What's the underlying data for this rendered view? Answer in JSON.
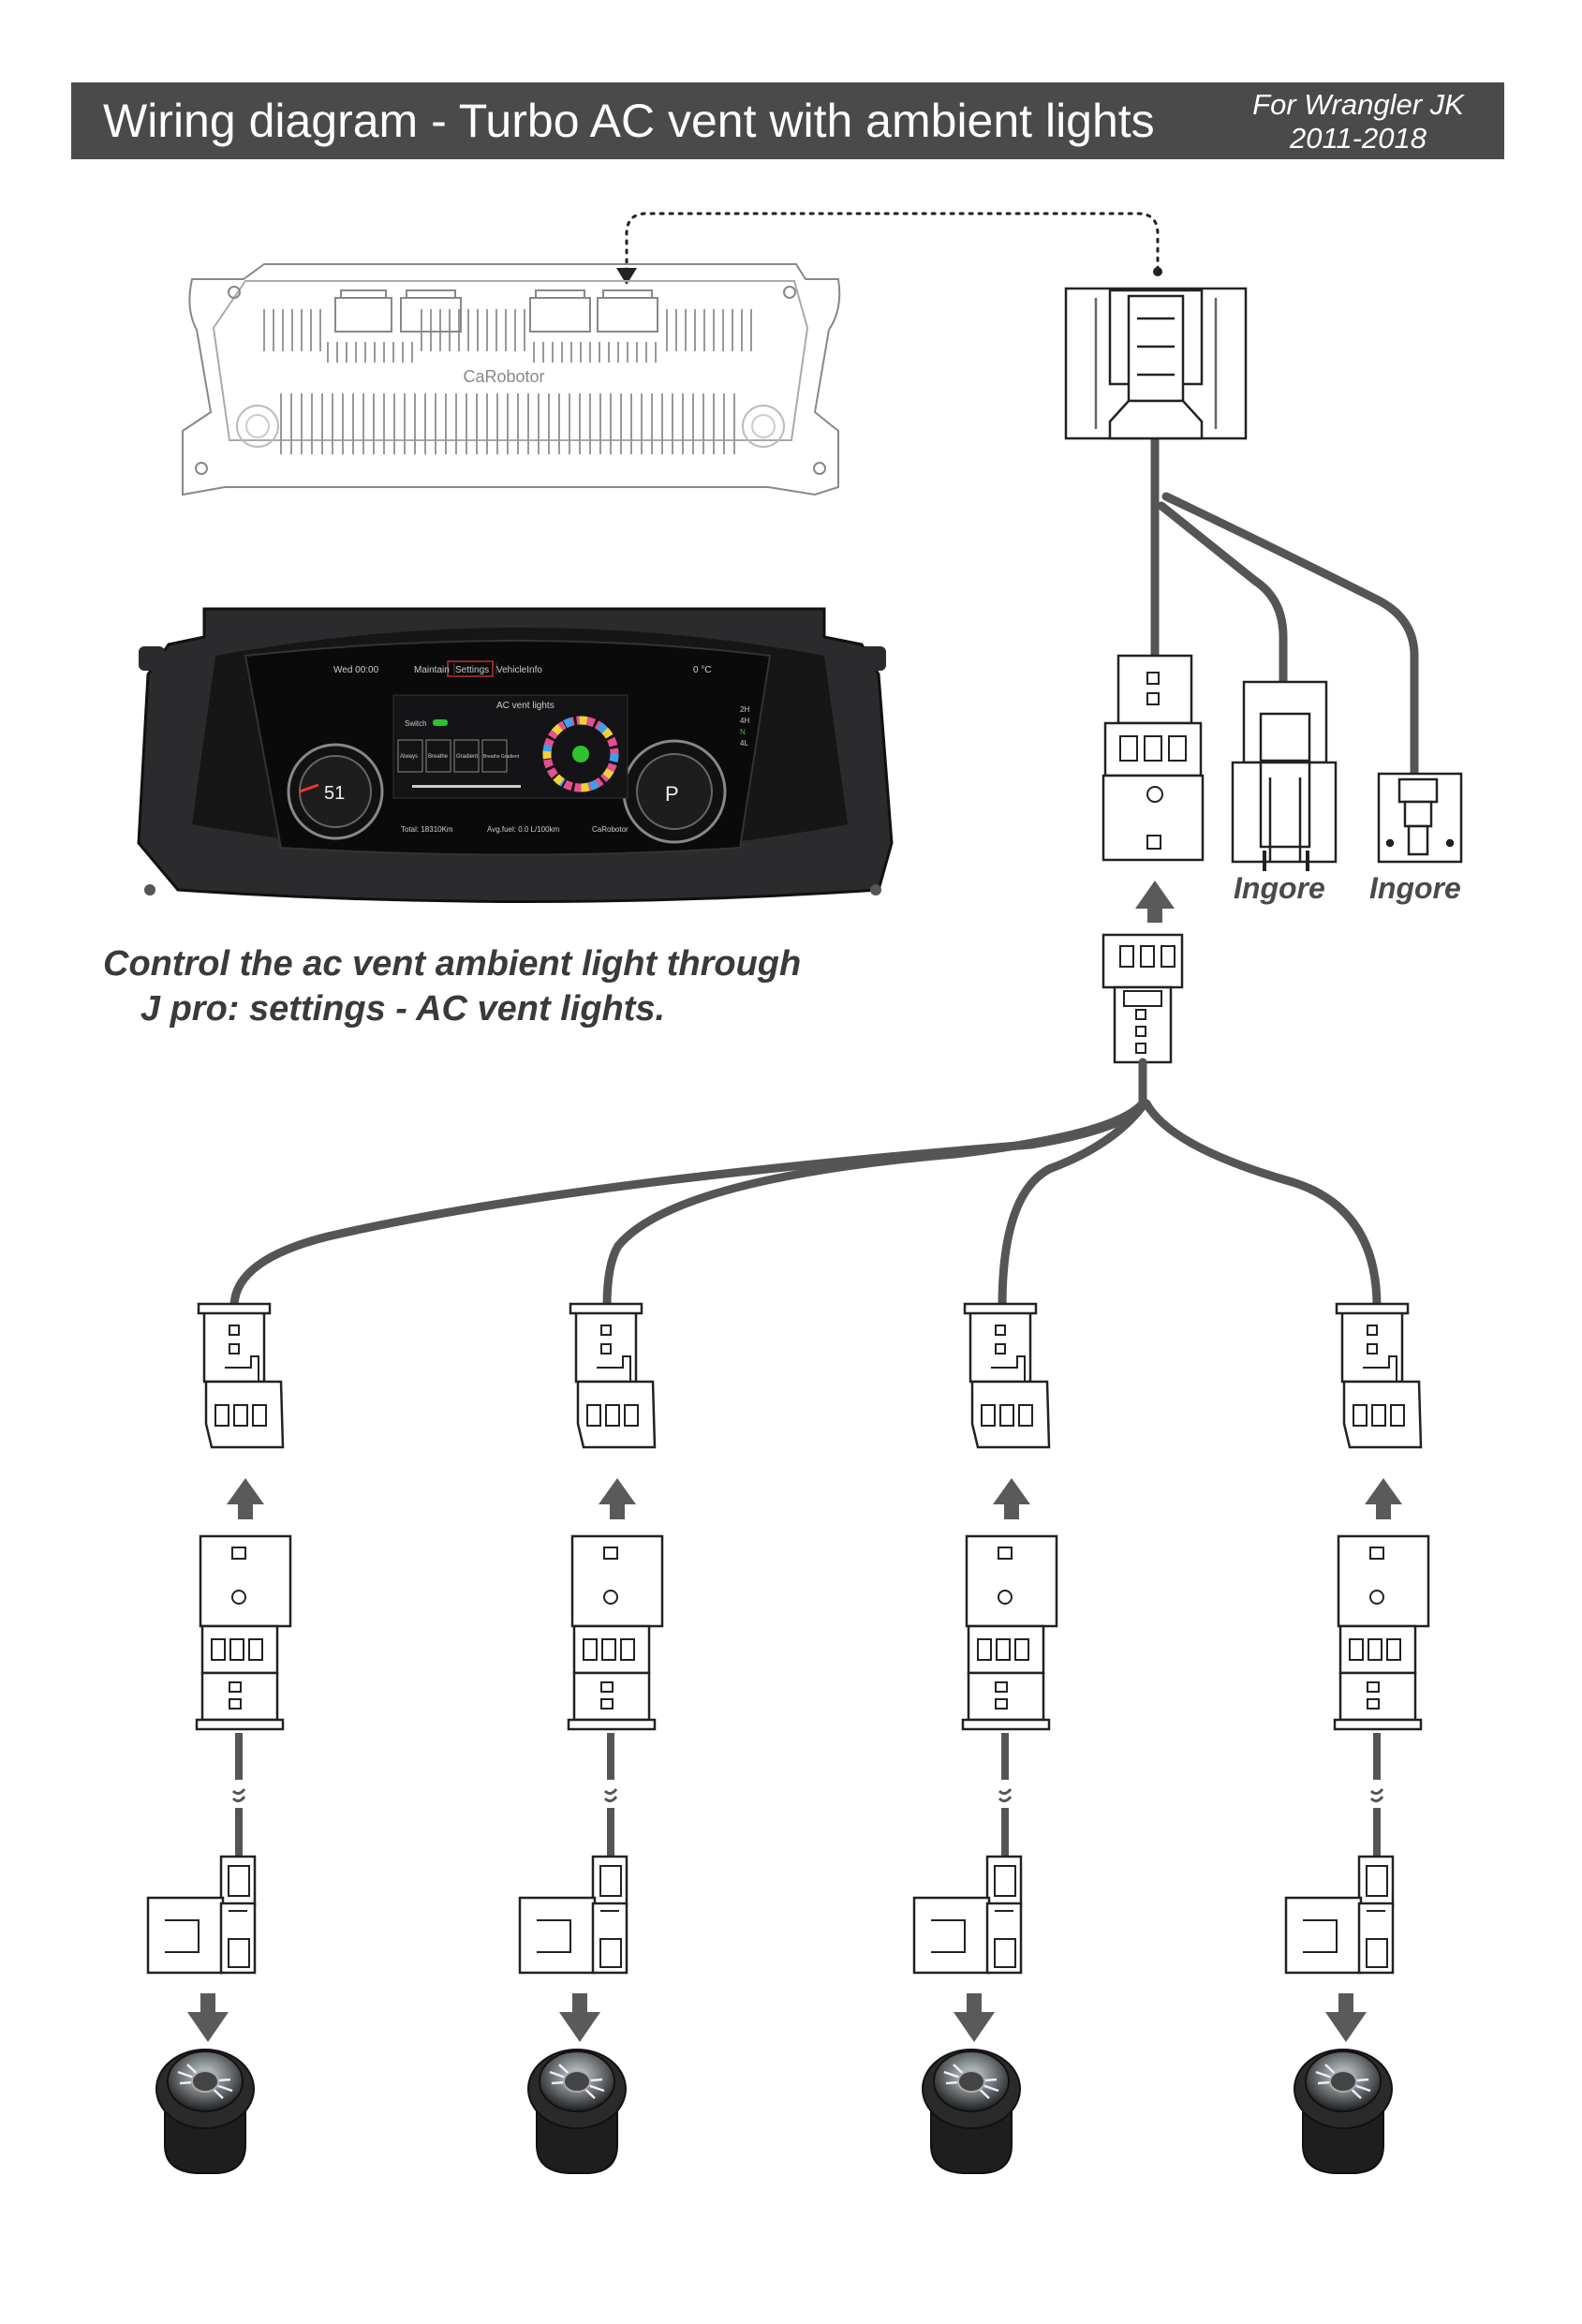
{
  "header": {
    "title": "Wiring diagram - Turbo AC vent with ambient lights",
    "vehicle_line1": "For Wrangler JK",
    "vehicle_line2": "2011-2018"
  },
  "module": {
    "brand": "CaRobotor"
  },
  "cluster": {
    "time": "Wed 00:00",
    "tabs": [
      "Maintain",
      "Settings",
      "VehicleInfo"
    ],
    "temp": "0 °C",
    "menu_title": "AC vent lights",
    "switch_label": "Switch",
    "modes": [
      "Always",
      "Breathe",
      "Gradient",
      "Breathe Gradient"
    ],
    "speed": "51",
    "gear": "P",
    "drive_modes": [
      "2H",
      "4H",
      "N",
      "4L"
    ],
    "footer_total": "Total: 18310Km",
    "footer_avg": "Avg.fuel: 0.0 L/100km",
    "footer_brand": "CaRobotor"
  },
  "caption": {
    "line1": "Control the ac vent ambient light through",
    "line2": "J pro:  settings - AC vent lights."
  },
  "unused_connectors": {
    "label_1": "Ingore",
    "label_2": "Ingore"
  },
  "colors": {
    "banner": "#4a4a4a",
    "wire": "#555555",
    "arrow": "#5a5a5a",
    "line": "#222222"
  }
}
